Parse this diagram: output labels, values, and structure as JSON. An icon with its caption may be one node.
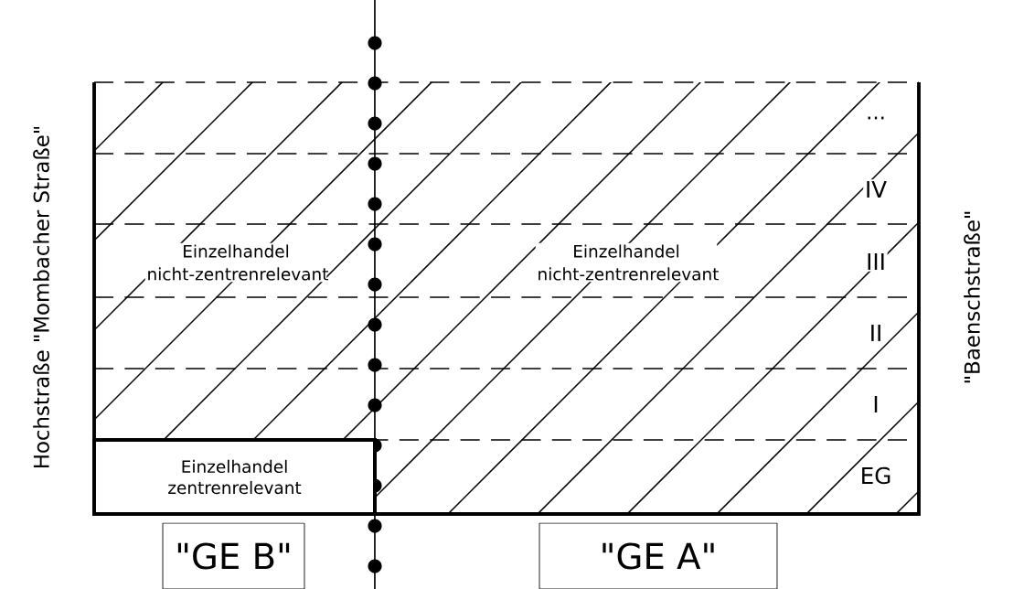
{
  "diagram": {
    "nodes": [
      {
        "text": [
          "Einzelhandel zentrenrelevant"
        ]
      },
      {
        "text": [
          "\"GE B\""
        ]
      },
      {
        "text": [
          "\"GE A\""
        ]
      }
    ],
    "labels": [
      "Hochstraße \"Mombacher Straße\"",
      "\"Baenschstraße\"",
      "...",
      "IV",
      "III",
      "II",
      "I",
      "EG",
      "Einzelhandel nicht-zentrenrelevant",
      "Einzelhandel nicht-zentrenrelevant"
    ]
  }
}
